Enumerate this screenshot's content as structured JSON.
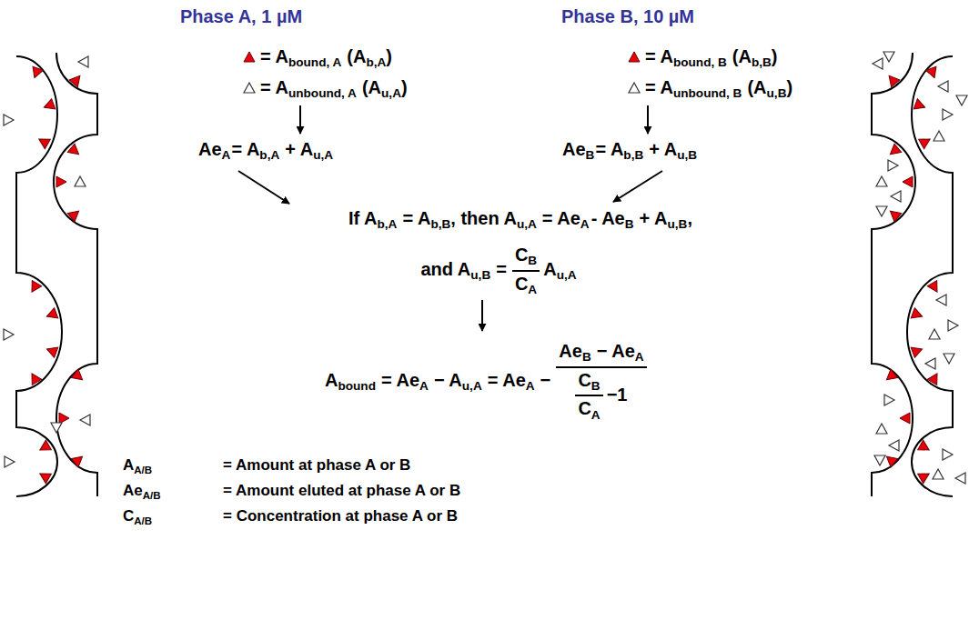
{
  "diagram": {
    "labels": [
      "Phase A, 1 µM",
      "Phase B, 10 µM",
      "= A",
      "bound, A",
      "(A",
      "b,A",
      ")",
      "= A",
      "unbound, A",
      "(A",
      "u,A",
      ")",
      "= A",
      "bound, B",
      "(A",
      "b,B",
      ")",
      "= A",
      "unbound, B",
      "(A",
      "u,B",
      ")",
      "Ae",
      "A",
      "= A",
      "b,A",
      "+ A",
      "u,A",
      "Ae",
      "B",
      "= A",
      "b,B",
      "+ A",
      "u,B",
      "If A",
      "b,A",
      "= A",
      "b,B",
      ", then A",
      "u,A",
      "= Ae",
      "A",
      "- Ae",
      "B",
      "+ A",
      "u,B",
      ",",
      "and A",
      "u,B",
      "=",
      "C",
      "B",
      "C",
      "A",
      "A",
      "u,A",
      "A",
      "bound",
      "= Ae",
      "A",
      "− A",
      "u,A",
      "= Ae",
      "A",
      "−",
      "Ae",
      "B",
      "− Ae",
      "A",
      "C",
      "B",
      "C",
      "A",
      "−1",
      "A",
      "A/B",
      "= Amount at phase A or B",
      "Ae",
      "A/B",
      "= Amount eluted at phase A or B",
      "C",
      "A/B",
      "= Concentration at phase A or B"
    ]
  }
}
